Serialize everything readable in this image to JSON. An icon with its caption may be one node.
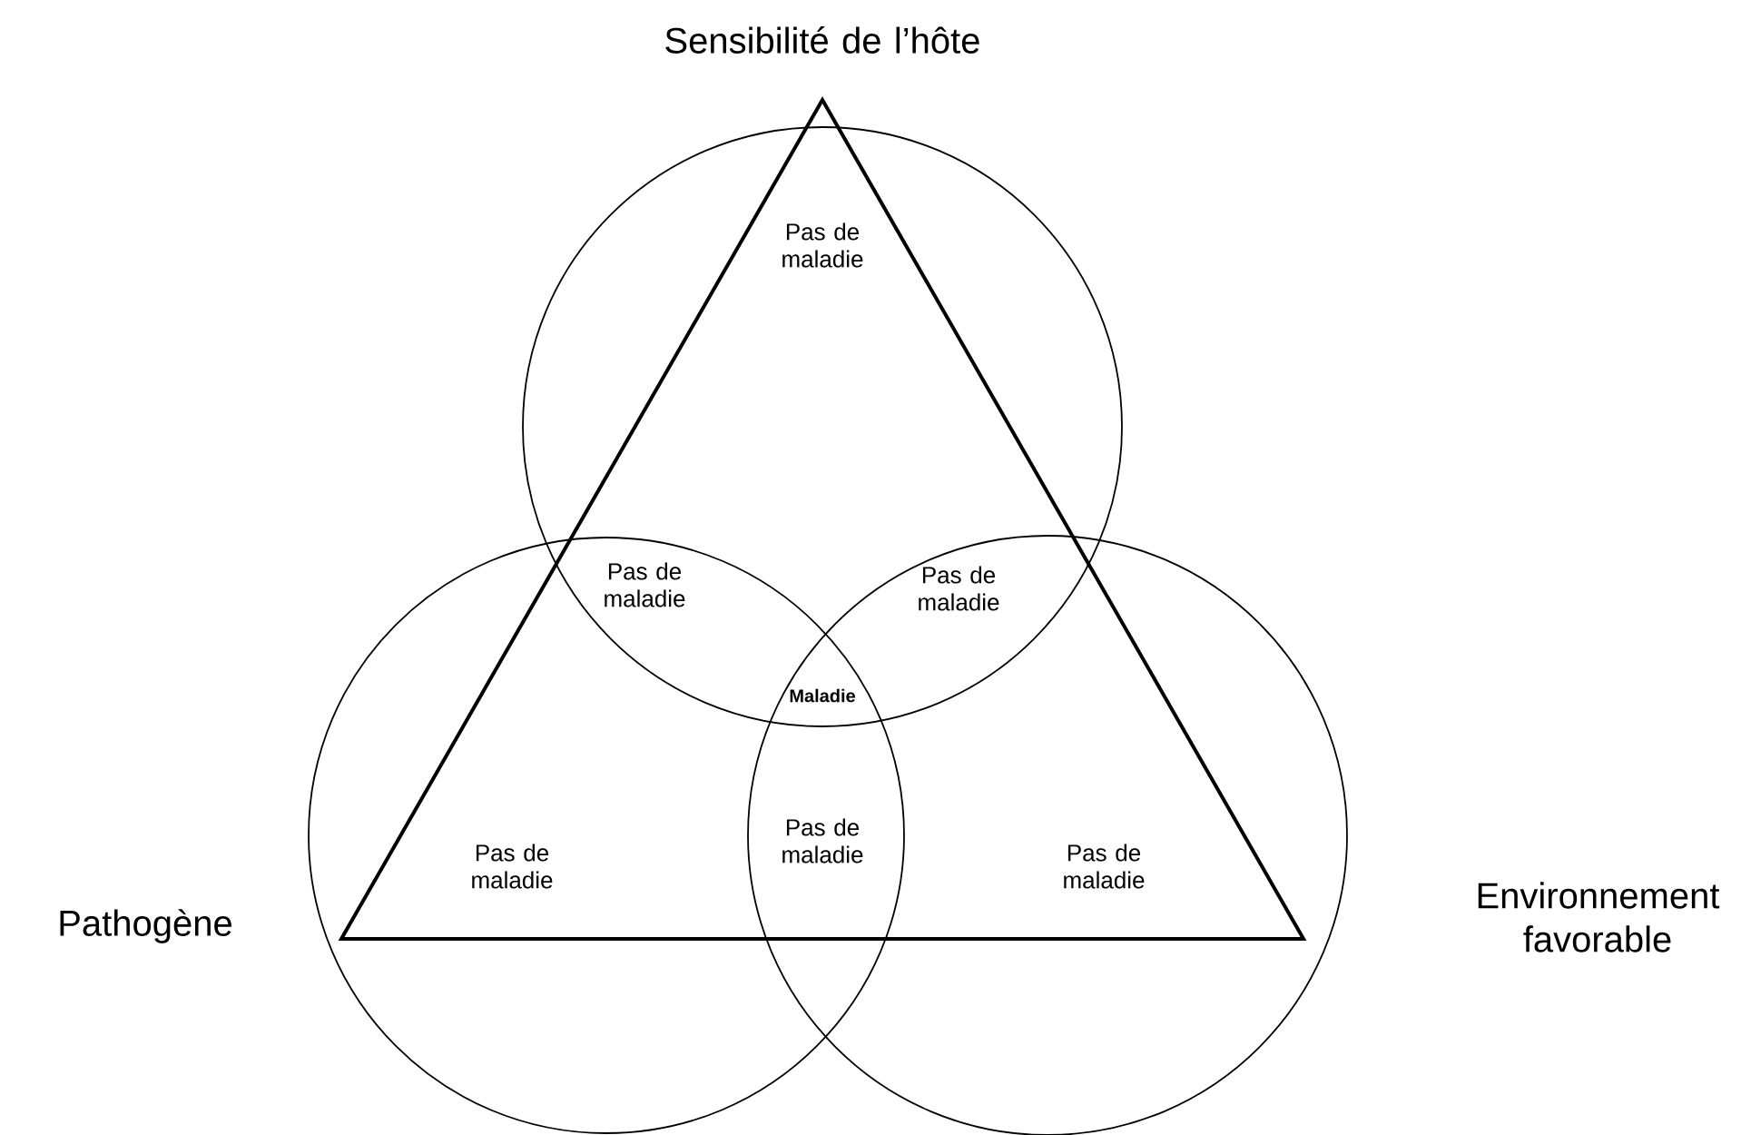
{
  "diagram": {
    "labels": [
      "Sensibilité de l’hôte",
      "Pas de maladie",
      "Pas de maladie",
      "Pas de maladie",
      "Maladie",
      "Pas de maladie",
      "Pas de maladie",
      "Pas de maladie",
      "Pathogène",
      "Environnement favorable"
    ]
  }
}
